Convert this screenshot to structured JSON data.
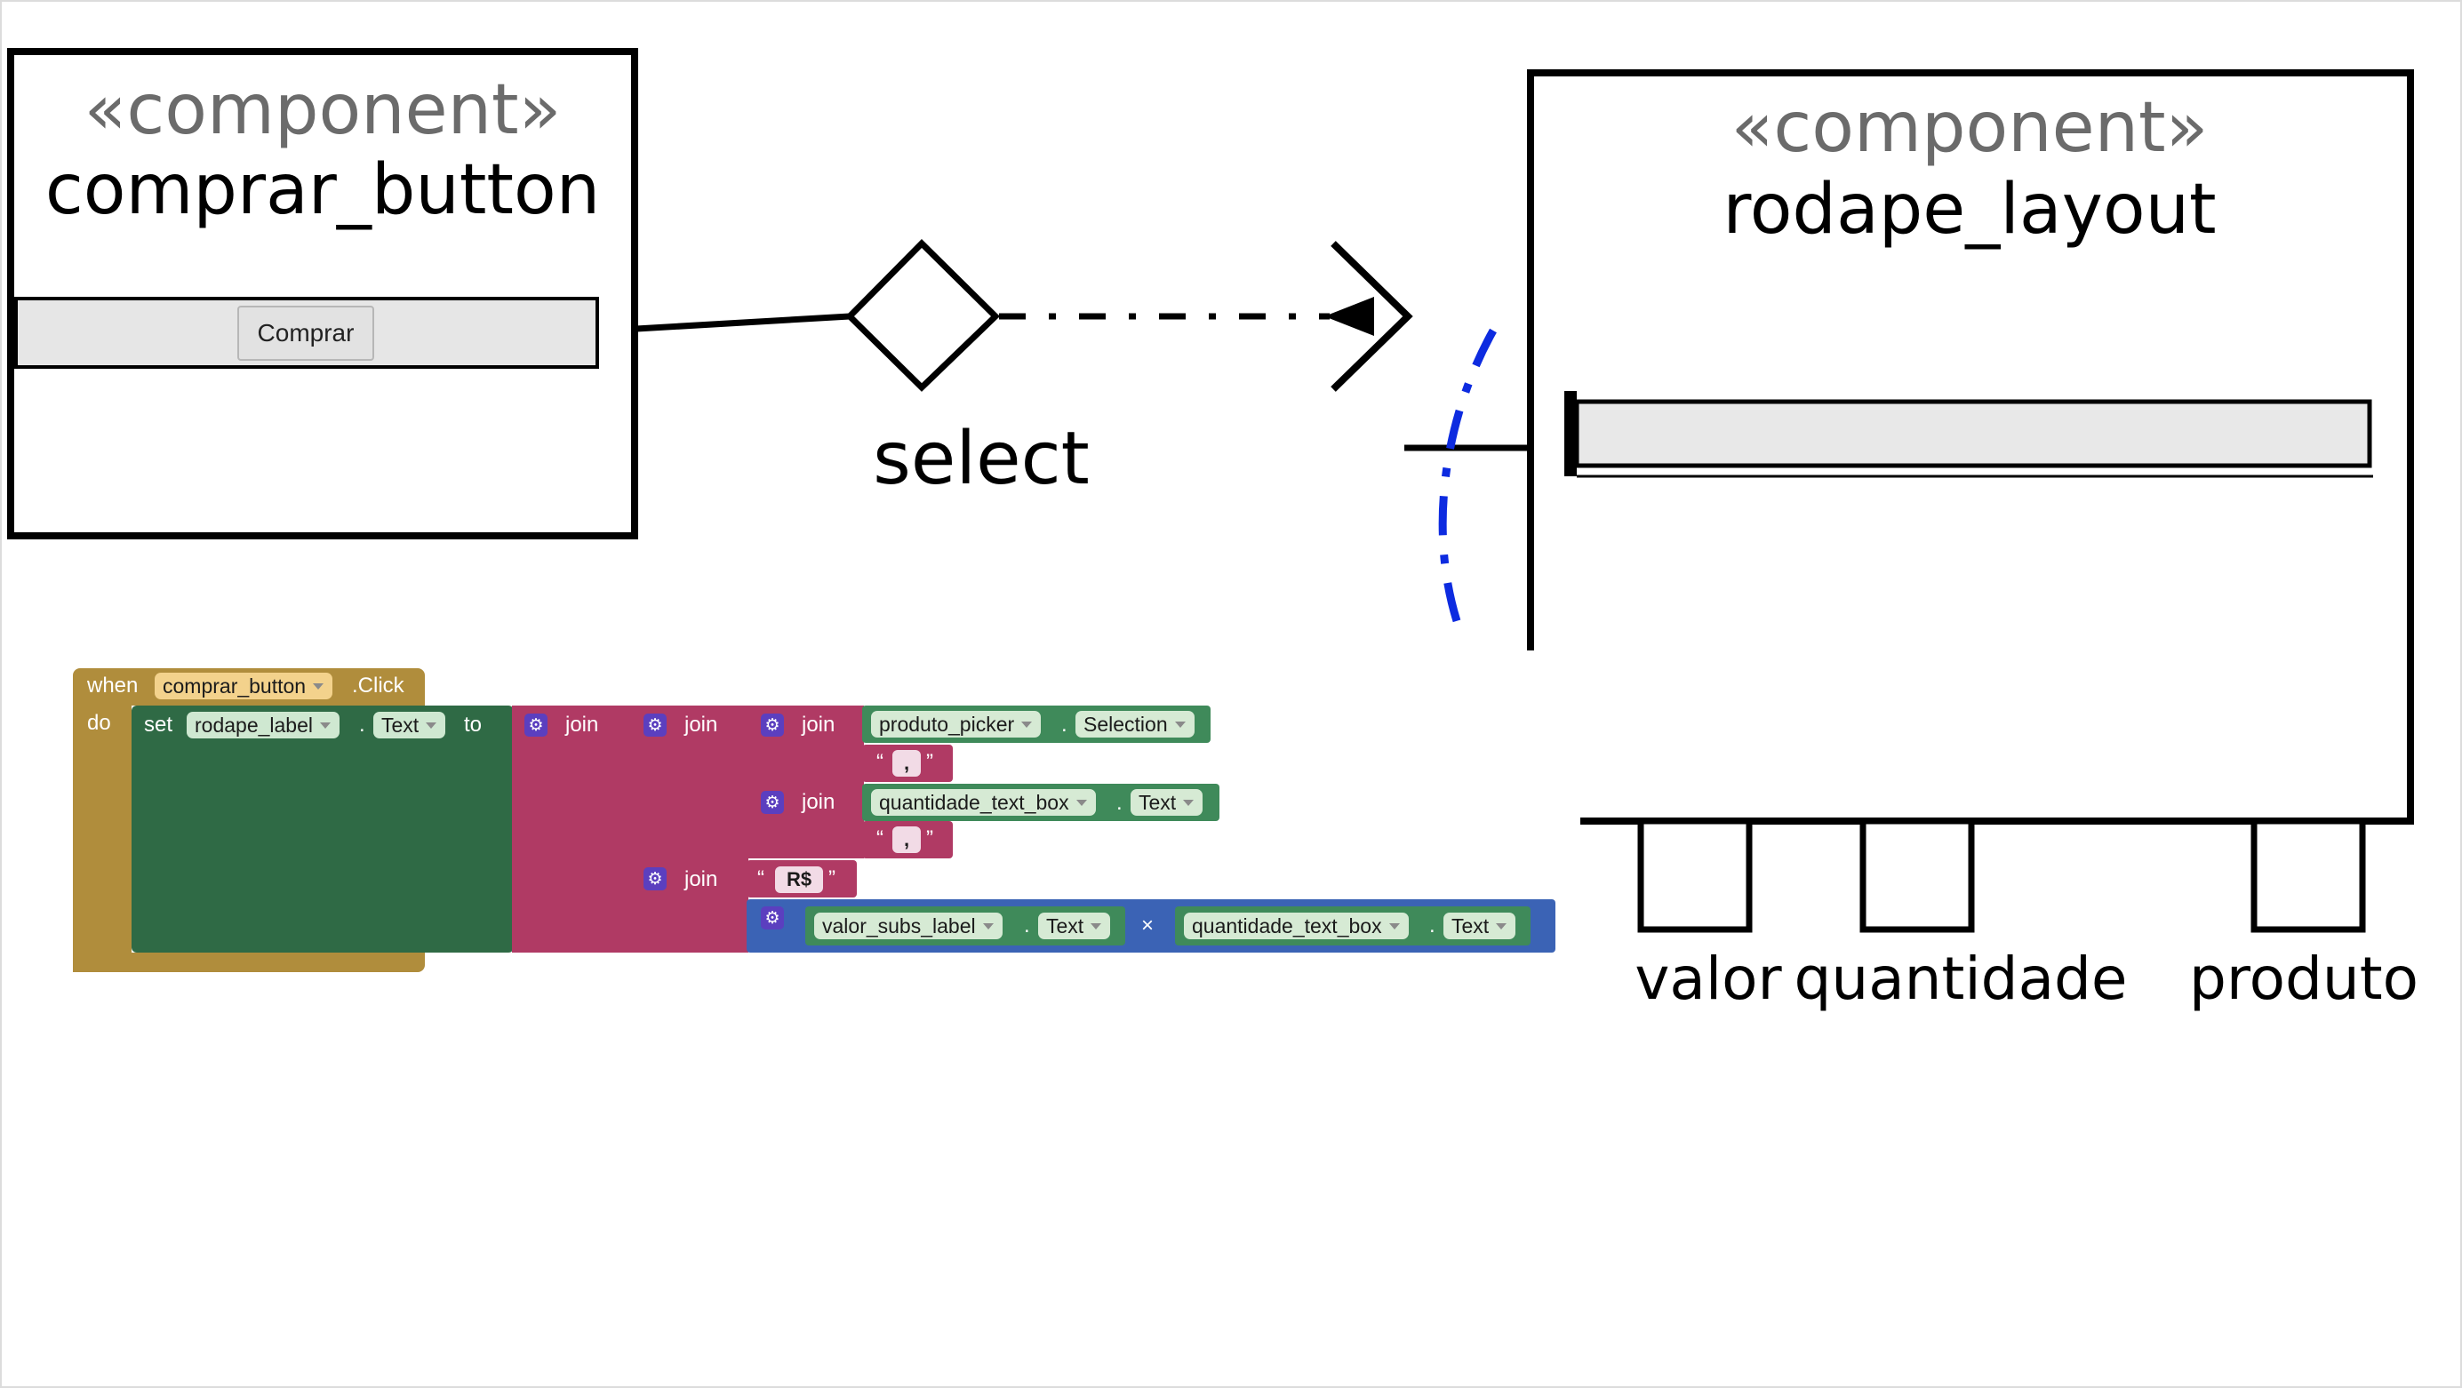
{
  "components": {
    "left": {
      "stereotype": "«component»",
      "name": "comprar_button",
      "button_label": "Comprar"
    },
    "right": {
      "stereotype": "«component»",
      "name": "rodape_layout"
    }
  },
  "connector": {
    "label": "select"
  },
  "ports": [
    {
      "label": "valor"
    },
    {
      "label": "quantidade"
    },
    {
      "label": "produto"
    }
  ],
  "blocks": {
    "event": {
      "when": "when",
      "component": "comprar_button",
      "event": ".Click",
      "do": "do"
    },
    "setter": {
      "set": "set",
      "component": "rodape_label",
      "dot": ".",
      "property": "Text",
      "to": "to"
    },
    "join_label": "join",
    "row1": {
      "component": "produto_picker",
      "dot": ".",
      "property": "Selection"
    },
    "sep1": ",",
    "row2": {
      "component": "quantidade_text_box",
      "dot": ".",
      "property": "Text"
    },
    "sep2": ",",
    "currency": "R$",
    "multiply": {
      "left_component": "valor_subs_label",
      "left_property": "Text",
      "operator": "×",
      "right_component": "quantidade_text_box",
      "right_property": "Text",
      "dot": "."
    },
    "quote_open": "“",
    "quote_close": "”",
    "gear_icon": "⚙"
  },
  "colors": {
    "event_block": "#b08d3c",
    "set_block": "#2f6a45",
    "text_block": "#b03a64",
    "component_block": "#3f8a5a",
    "math_block": "#3b63b5",
    "marker_blue": "#0d2be0"
  }
}
